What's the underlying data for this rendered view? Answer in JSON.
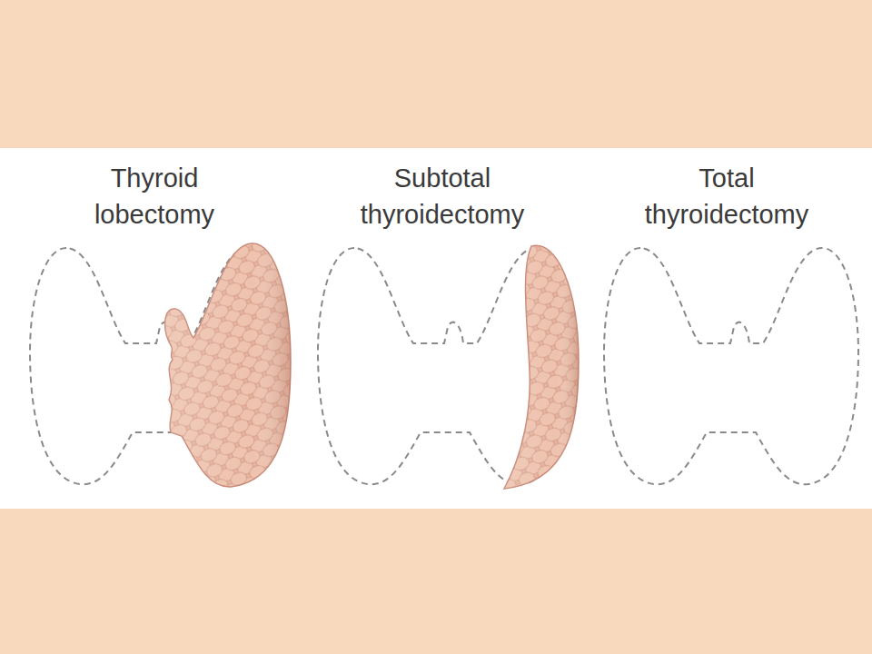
{
  "diagram": {
    "labels": [
      "Thyroid lobectomy",
      "Subtotal thyroidectomy",
      "Total thyroidectomy"
    ]
  }
}
